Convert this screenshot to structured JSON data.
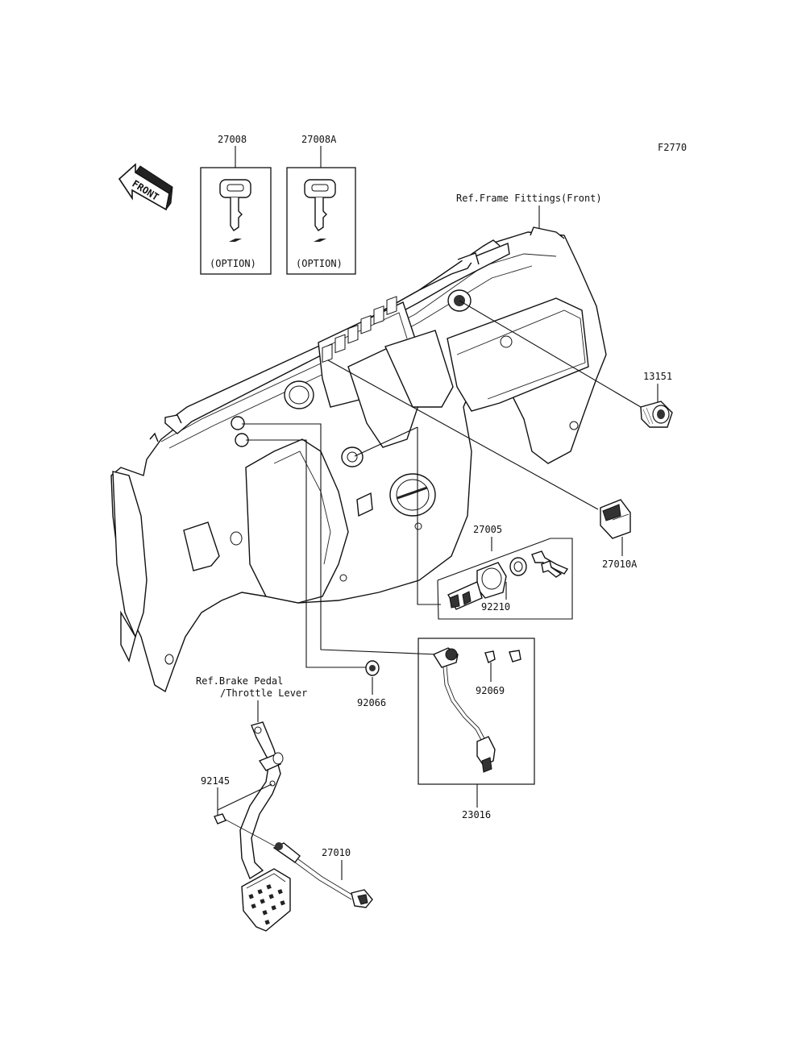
{
  "figure_code": "F2770",
  "front_marker": "FRONT",
  "references": {
    "frame": "Ref.Frame Fittings(Front)",
    "brake_line1": "Ref.Brake Pedal",
    "brake_line2": "/Throttle Lever"
  },
  "option_label": "(OPTION)",
  "parts": {
    "p27008": "27008",
    "p27008A": "27008A",
    "p13151": "13151",
    "p27010A": "27010A",
    "p27005": "27005",
    "p92210": "92210",
    "p92066": "92066",
    "p92069": "92069",
    "p23016": "23016",
    "p92145": "92145",
    "p27010": "27010"
  },
  "colors": {
    "ink": "#111111",
    "paper": "#ffffff"
  }
}
